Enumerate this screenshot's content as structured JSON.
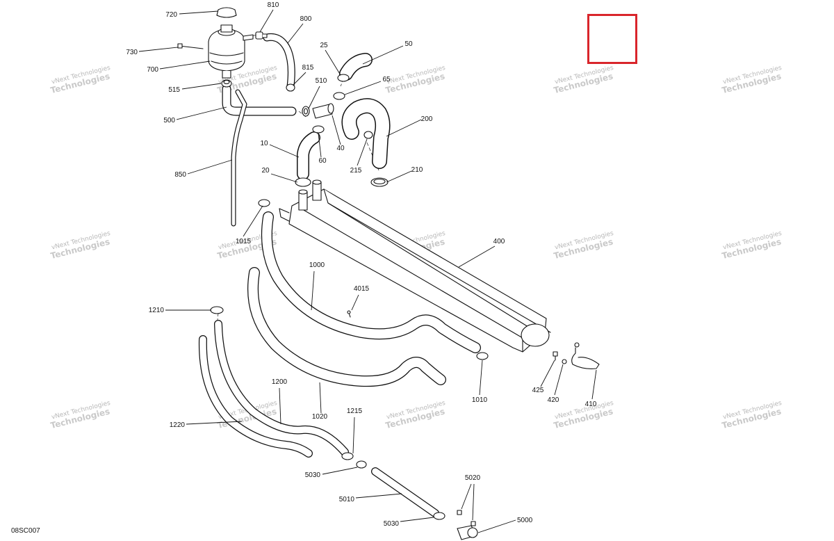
{
  "diagram": {
    "drawing_code": "08SC007",
    "watermark_line1": "vNext Technologies",
    "watermark_line2": "Technologies",
    "selection_color": "#d9252b",
    "part_labels": [
      "720",
      "810",
      "800",
      "730",
      "700",
      "515",
      "500",
      "850",
      "25",
      "50",
      "815",
      "510",
      "65",
      "200",
      "40",
      "60",
      "215",
      "210",
      "10",
      "20",
      "1015",
      "400",
      "1000",
      "4015",
      "1210",
      "1200",
      "1020",
      "1220",
      "1215",
      "1010",
      "425",
      "420",
      "410",
      "5030",
      "5010",
      "5020",
      "5000"
    ]
  }
}
